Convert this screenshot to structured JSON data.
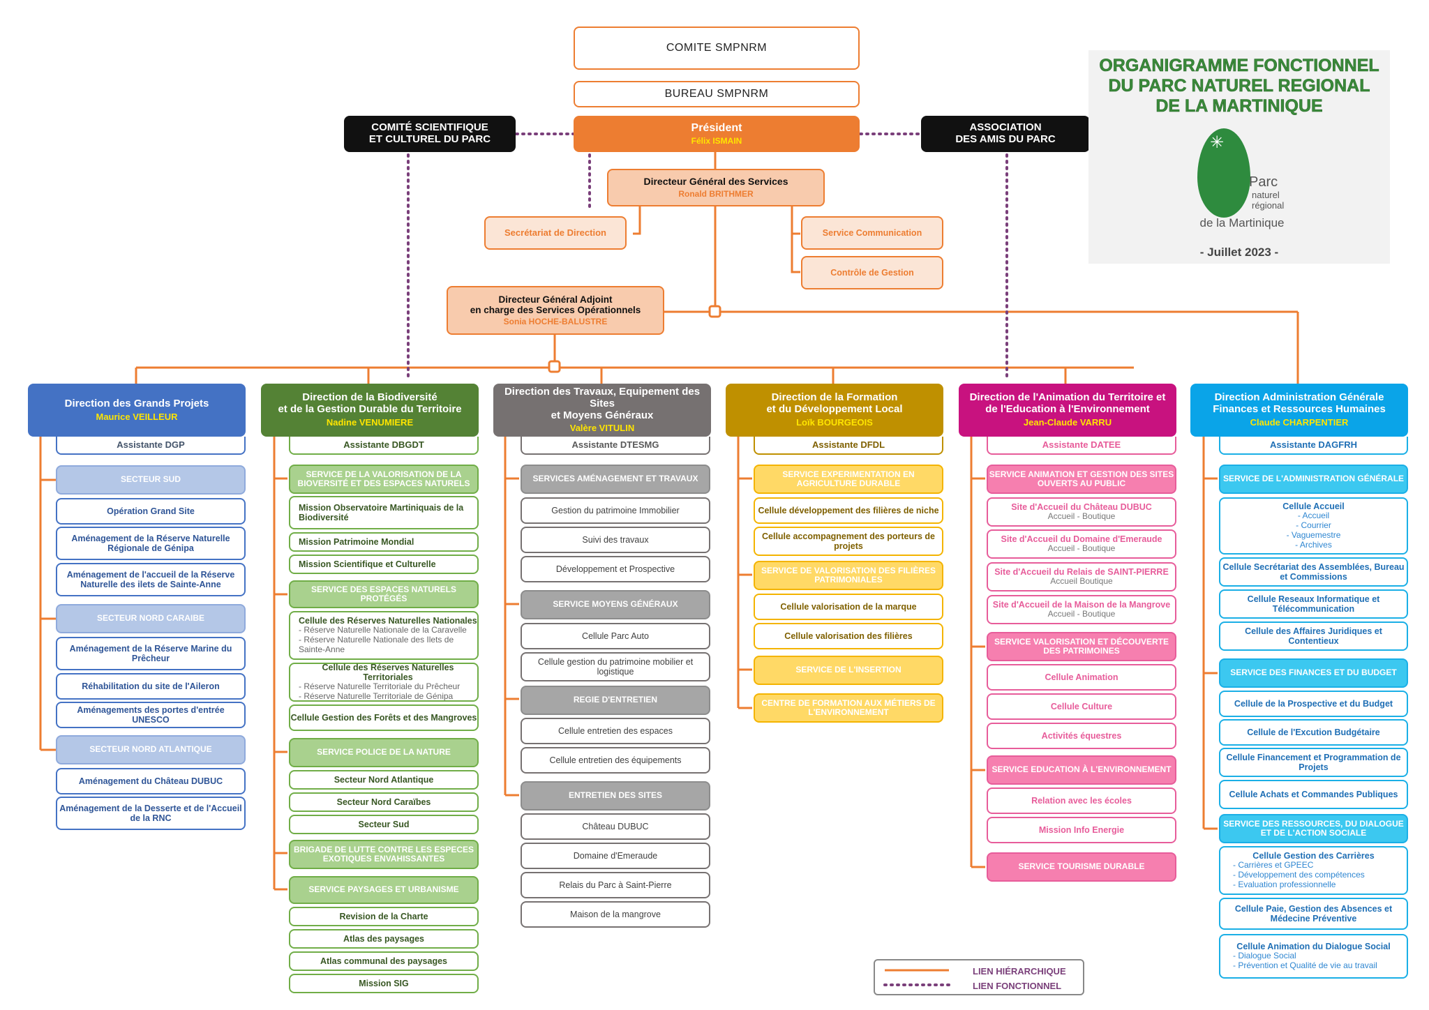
{
  "colors": {
    "orange": "#ED7D31",
    "purple": "#7A3F7A",
    "gray": "#6F6B6C",
    "black": "#111111",
    "yellow": "#FFE500"
  },
  "top": {
    "comite": "COMITE SMPNRM",
    "bureau": "BUREAU SMPNRM",
    "president": {
      "title": "Président",
      "name": "Félix ISMAIN"
    },
    "scientifique": [
      "COMITÉ SCIENTIFIQUE",
      "ET CULTUREL DU PARC"
    ],
    "association": [
      "ASSOCIATION",
      "DES AMIS DU PARC"
    ],
    "dgs": {
      "title": "Directeur Général des Services",
      "name": "Ronald BRITHMER"
    },
    "secretariat": "Secrétariat de Direction",
    "communication": "Service Communication",
    "controle": "Contrôle de Gestion",
    "dga": {
      "line1": "Directeur Général Adjoint",
      "line2": "en charge des Services Opérationnels",
      "name": "Sonia HOCHE-BALUSTRE"
    }
  },
  "titleblock": {
    "lines": [
      "ORGANIGRAMME FONCTIONNEL",
      "DU PARC NATUREL REGIONAL",
      "DE LA MARTINIQUE"
    ],
    "logo": [
      "Parc",
      "naturel",
      "régional",
      "de la Martinique"
    ],
    "date": "- Juillet 2023 -"
  },
  "legend": {
    "hier": "LIEN HIÉRARCHIQUE",
    "fonc": "LIEN FONCTIONNEL"
  },
  "directions": {
    "dgp": {
      "title": "Direction des Grands Projets",
      "name": "Maurice VEILLEUR",
      "assistant": "Assistante DGP",
      "items": [
        "SECTEUR SUD",
        "Opération Grand Site",
        "Aménagement de la Réserve Naturelle Régionale de Génipa",
        "Aménagement de l'accueil de la Réserve Naturelle des ilets de Sainte-Anne",
        "SECTEUR NORD CARAIBE",
        "Aménagement de la Réserve Marine du Prêcheur",
        "Réhabilitation du site de l'Aileron",
        "Aménagements des portes d'entrée UNESCO",
        "SECTEUR NORD ATLANTIQUE",
        "Aménagement du Château DUBUC",
        "Aménagement de la Desserte et de l'Accueil de la RNC"
      ]
    },
    "dbgdt": {
      "title": [
        "Direction de la Biodiversité",
        "et de la Gestion Durable du Territoire"
      ],
      "name": "Nadine VENUMIERE",
      "assistant": "Assistante DBGDT",
      "items": [
        "SERVICE DE LA VALORISATION DE LA BIOVERSITÉ ET DES ESPACES NATURELS",
        "Mission Observatoire Martiniquais de la Biodiversité",
        "Mission Patrimoine Mondial",
        "Mission Scientifique et Culturelle",
        "SERVICE DES ESPACES NATURELS PROTÉGÉS",
        "Cellule des Réserves Naturelles Nationales",
        "- Réserve Naturelle Nationale de la Caravelle",
        "- Réserve Naturelle Nationale des Ilets de Sainte-Anne",
        "Cellule des Réserves Naturelles Territoriales",
        "- Réserve Naturelle Territoriale du Prêcheur",
        "- Réserve Naturelle Territoriale de Génipa",
        "Cellule Gestion des Forêts et des Mangroves",
        "SERVICE POLICE DE LA NATURE",
        "Secteur Nord Atlantique",
        "Secteur Nord Caraïbes",
        "Secteur Sud",
        "BRIGADE DE LUTTE CONTRE LES ESPECES EXOTIQUES ENVAHISSANTES",
        "SERVICE PAYSAGES ET URBANISME",
        "Revision de la Charte",
        "Atlas des paysages",
        "Atlas communal des paysages",
        "Mission SIG"
      ]
    },
    "dtesmg": {
      "title": [
        "Direction des Travaux, Equipement des Sites",
        "et Moyens Généraux"
      ],
      "name": "Valère VITULIN",
      "assistant": "Assistante DTESMG",
      "items": [
        "SERVICES AMÉNAGEMENT ET TRAVAUX",
        "Gestion du patrimoine Immobilier",
        "Suivi des travaux",
        "Développement et Prospective",
        "SERVICE MOYENS GÉNÉRAUX",
        "Cellule Parc Auto",
        "Cellule gestion du patrimoine mobilier et logistique",
        "REGIE D'ENTRETIEN",
        "Cellule entretien des espaces",
        "Cellule entretien des équipements",
        "ENTRETIEN DES SITES",
        "Château DUBUC",
        "Domaine d'Emeraude",
        "Relais du Parc à Saint-Pierre",
        "Maison de la mangrove"
      ]
    },
    "dfdl": {
      "title": [
        "Direction de la Formation",
        "et du Développement Local"
      ],
      "name": "Loïk BOURGEOIS",
      "assistant": "Assistante DFDL",
      "items": [
        "SERVICE EXPERIMENTATION EN AGRICULTURE DURABLE",
        "Cellule développement des filières de niche",
        "Cellule accompagnement des porteurs de projets",
        "SERVICE DE VALORISATION DES FILIÈRES PATRIMONIALES",
        "Cellule valorisation de la marque",
        "Cellule valorisation des filières",
        "SERVICE DE L'INSERTION",
        "CENTRE DE FORMATION AUX MÉTIERS DE L'ENVIRONNEMENT"
      ]
    },
    "datee": {
      "title": [
        "Direction de l'Animation du Territoire et",
        "de l'Education à l'Environnement"
      ],
      "name": "Jean-Claude VARRU",
      "assistant": "Assistante DATEE",
      "items": [
        "SERVICE ANIMATION ET GESTION DES SITES OUVERTS AU PUBLIC",
        "Site d'Accueil du Château DUBUC",
        "Accueil - Boutique",
        "Site d'Accueil du Domaine d'Emeraude",
        "Accueil - Boutique",
        "Site d'Accueil du  Relais de SAINT-PIERRE",
        "Accueil   Boutique",
        "Site d'Accueil de la Maison de la Mangrove",
        "Accueil - Boutique",
        "SERVICE VALORISATION ET DÉCOUVERTE DES PATRIMOINES",
        "Cellule Animation",
        "Cellule Culture",
        "Activités équestres",
        "SERVICE EDUCATION À L'ENVIRONNEMENT",
        "Relation avec les écoles",
        "Mission Info Energie",
        "SERVICE TOURISME DURABLE"
      ]
    },
    "dagfrh": {
      "title": [
        "Direction Administration Générale",
        "Finances et Ressources Humaines"
      ],
      "name": "Claude CHARPENTIER",
      "assistant": "Assistante DAGFRH",
      "items": [
        "SERVICE DE L'ADMINISTRATION GÉNÉRALE",
        "Cellule Accueil",
        "- Accueil",
        "- Courrier",
        "- Vaguemestre",
        "- Archives",
        "Cellule Secrétariat des Assemblées, Bureau et Commissions",
        "Cellule Reseaux Informatique et Télécommunication",
        "Cellule des Affaires Juridiques et Contentieux",
        "SERVICE DES FINANCES ET DU BUDGET",
        "Cellule de la Prospective et du Budget",
        "Cellule de l'Excution Budgétaire",
        "Cellule Financement et Programmation de Projets",
        "Cellule Achats et Commandes Publiques",
        "SERVICE DES RESSOURCES, DU DIALOGUE ET DE L'ACTION SOCIALE",
        "Cellule Gestion des Carrières",
        "- Carrières et GPEEC",
        "- Développement des compétences",
        "- Evaluation professionnelle",
        "Cellule Paie, Gestion des Absences et Médecine Préventive",
        "Cellule Animation du Dialogue Social",
        "- Dialogue Social",
        "- Prévention et Qualité de vie au travail"
      ]
    }
  }
}
